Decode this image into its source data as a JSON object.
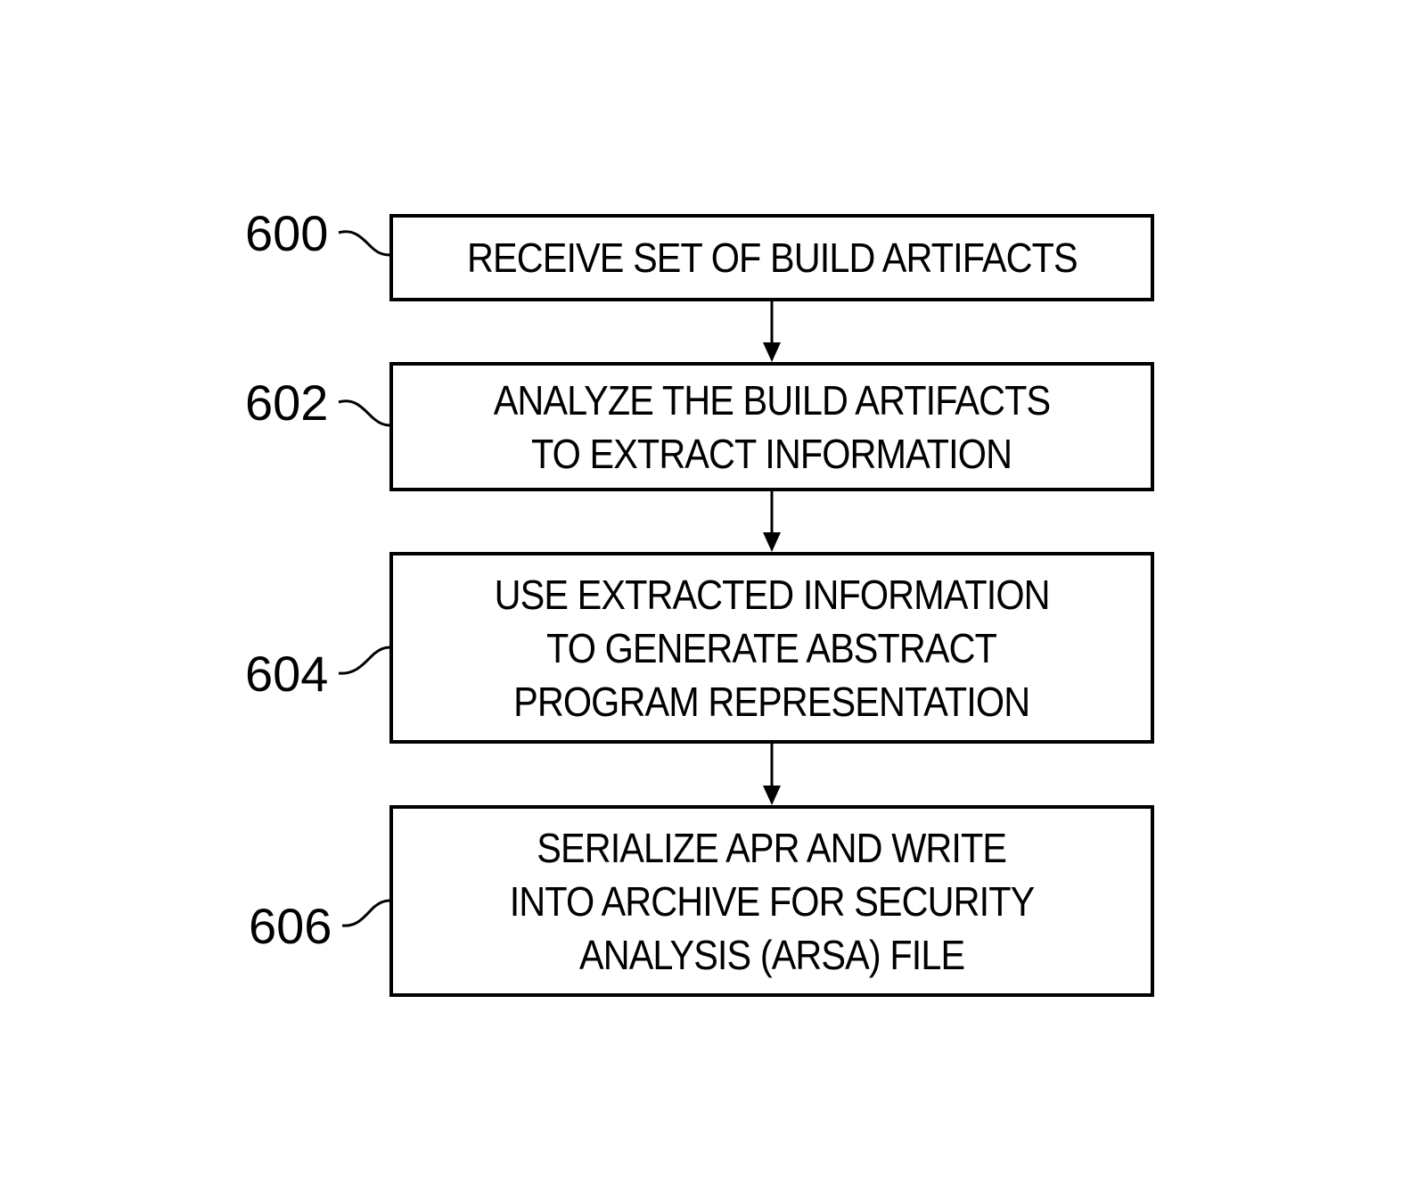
{
  "steps": [
    {
      "ref": "600",
      "lines": [
        "RECEIVE SET OF BUILD ARTIFACTS"
      ]
    },
    {
      "ref": "602",
      "lines": [
        "ANALYZE THE BUILD ARTIFACTS",
        "TO EXTRACT INFORMATION"
      ]
    },
    {
      "ref": "604",
      "lines": [
        "USE EXTRACTED INFORMATION",
        "TO GENERATE ABSTRACT",
        "PROGRAM REPRESENTATION"
      ]
    },
    {
      "ref": "606",
      "lines": [
        "SERIALIZE APR AND WRITE",
        "INTO ARCHIVE FOR SECURITY",
        "ANALYSIS (ARSA) FILE"
      ]
    }
  ]
}
